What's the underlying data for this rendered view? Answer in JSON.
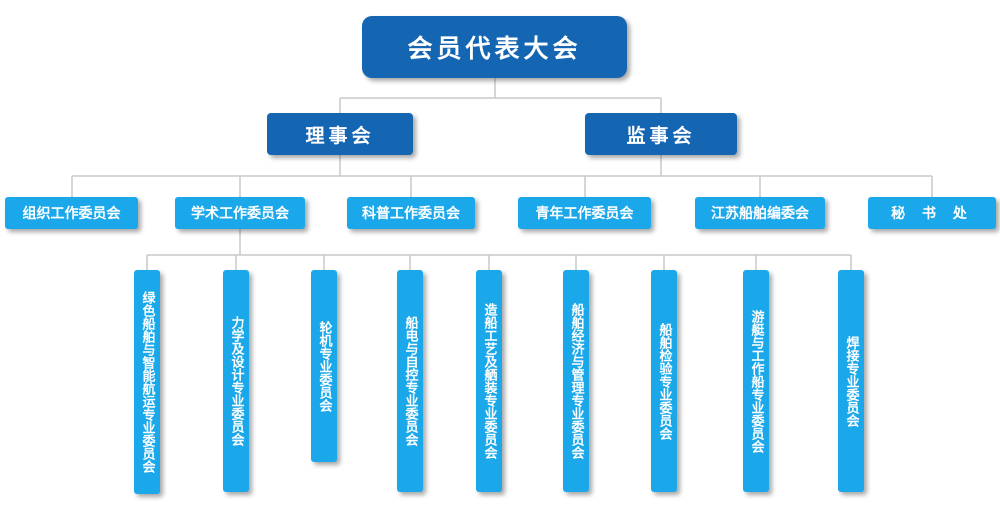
{
  "top": "会员代表大会",
  "level2": {
    "board": "理事会",
    "supervisory": "监事会"
  },
  "committees": [
    "组织工作委员会",
    "学术工作委员会",
    "科普工作委员会",
    "青年工作委员会",
    "江苏船舶编委会",
    "秘 书 处"
  ],
  "special_committees": [
    "绿色船舶与智能航运专业委员会",
    "力学及设计专业委员会",
    "轮机专业委员会",
    "船电与自控专业委员会",
    "造船工艺及舾装专业委员会",
    "船舶经济与管理专业委员会",
    "船舶检验专业委员会",
    "游艇与工作船专业委员会",
    "焊接专业委员会"
  ]
}
